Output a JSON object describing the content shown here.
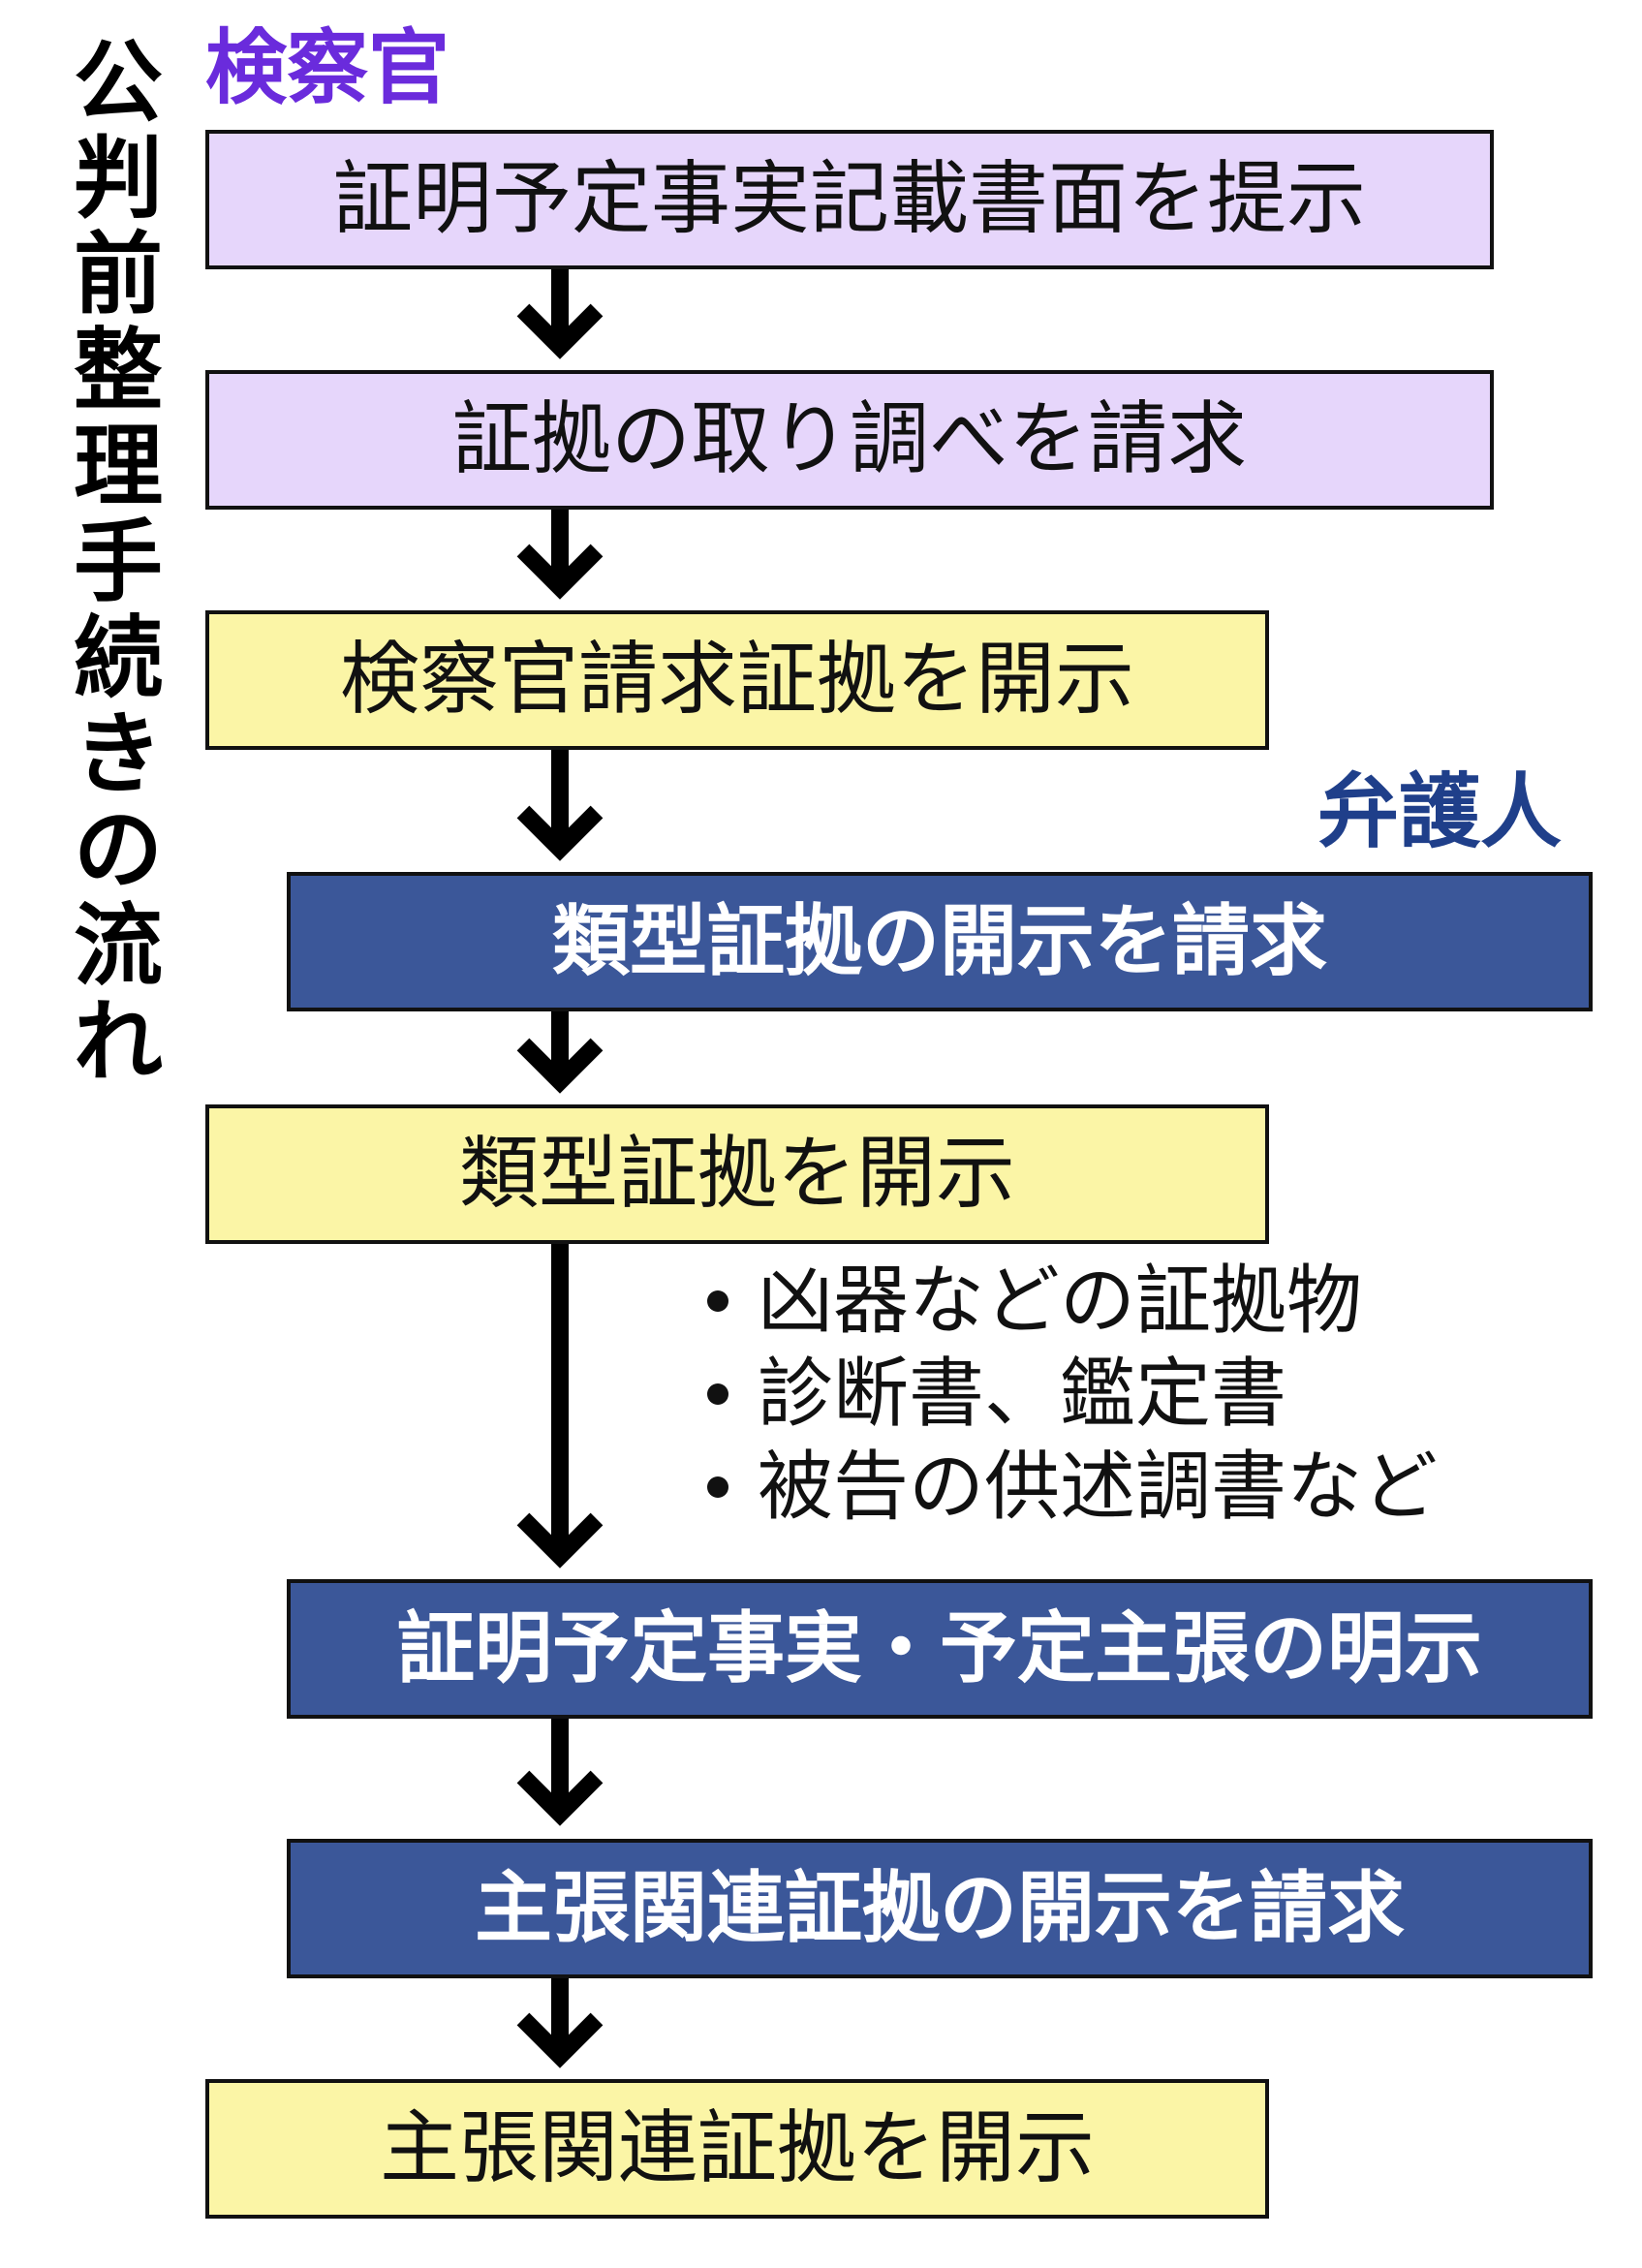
{
  "title": "公判前整理手続きの流れ",
  "roles": {
    "prosecutor": "検察官",
    "defense": "弁護人"
  },
  "steps": [
    "証明予定事実記載書面を提示",
    "証拠の取り調べを請求",
    "検察官請求証拠を開示",
    "類型証拠の開示を請求",
    "類型証拠を開示",
    "証明予定事実・予定主張の明示",
    "主張関連証拠の開示を請求",
    "主張関連証拠を開示"
  ],
  "evidence_examples": [
    "凶器などの証拠物",
    "診断書、鑑定書",
    "被告の供述調書など"
  ],
  "colors": {
    "prosecutor_label": "#6a2bdc",
    "defense_label": "#1f3f8a",
    "prosecutor_box": "#e6d6fb",
    "disclosure_box": "#fbf5a6",
    "defense_box": "#3b5799"
  }
}
